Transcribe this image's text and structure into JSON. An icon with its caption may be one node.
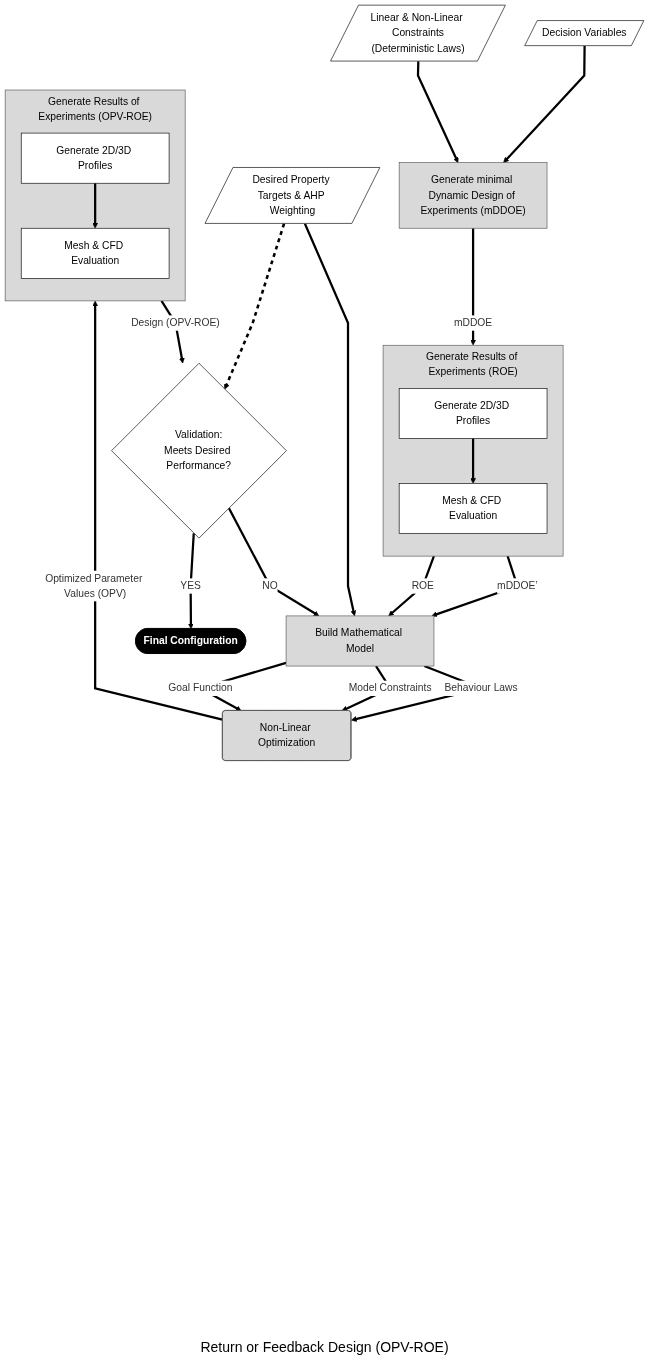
{
  "diagram": {
    "nodes": [
      {
        "text": [
          "Desired Property Targets & AHP Weighting"
        ]
      },
      {
        "text": [
          "Decision Variables"
        ]
      },
      {
        "text": [
          "Linear & Non-Linear Constraints",
          "(Deterministic Laws)"
        ]
      },
      {
        "text": [
          "Generate minimal Dynamic Design of Experiments (mDDOE)"
        ]
      },
      {
        "text": [
          "Generate Results of Experiments (ROE)"
        ]
      },
      {
        "text": [
          "Generate 2D/3D Profiles"
        ],
        "in": 4
      },
      {
        "text": [
          "Mesh & CFD Evaluation"
        ],
        "in": 4
      },
      {
        "text": [
          "Build Mathematical Model"
        ]
      },
      {
        "text": [
          "Non-Linear Optimization"
        ]
      },
      {
        "text": [
          "Generate Results of Experiments (OPV-ROE)"
        ]
      },
      {
        "text": [
          "Generate 2D/3D Profiles"
        ],
        "in": 9
      },
      {
        "text": [
          "Mesh & CFD Evaluation"
        ],
        "in": 9
      },
      {
        "text": [
          "Validation:",
          "Meets Desired Performance?"
        ]
      },
      {
        "text": [
          "Final Configuration"
        ]
      }
    ],
    "edges": [
      {
        "from": 1,
        "to": 3,
        "arrow": "to"
      },
      {
        "from": 2,
        "to": 3,
        "arrow": "to"
      },
      {
        "from": 3,
        "to": 4,
        "arrow": "to",
        "label": "mDDOE"
      },
      {
        "from": 5,
        "to": 6,
        "arrow": "to"
      },
      {
        "from": 4,
        "to": 7,
        "arrow": "to",
        "label": "mDDOE’"
      },
      {
        "from": 4,
        "to": 7,
        "arrow": "to",
        "label": "ROE"
      },
      {
        "from": 0,
        "to": 7,
        "arrow": "to"
      },
      {
        "from": 0,
        "to": 12,
        "arrow": "to",
        "style": "dashed"
      },
      {
        "from": 7,
        "to": 8,
        "arrow": "to",
        "label": "Behaviour Laws"
      },
      {
        "from": 7,
        "to": 8,
        "arrow": "to",
        "label": "Model Constraints"
      },
      {
        "from": 7,
        "to": 8,
        "arrow": "to",
        "label": "Goal Function"
      },
      {
        "from": 8,
        "to": 9,
        "arrow": "to",
        "label": "Optimized Parameter Values (OPV)"
      },
      {
        "from": 10,
        "to": 11,
        "arrow": "to"
      },
      {
        "from": 9,
        "to": 12,
        "arrow": "to",
        "label": "Design (OPV-ROE)"
      },
      {
        "from": 12,
        "to": 7,
        "arrow": "to",
        "label": "NO"
      },
      {
        "from": 12,
        "to": 13,
        "arrow": "to",
        "label": "YES"
      }
    ],
    "labels": [
      "Return or Feedback Design (OPV-ROE)"
    ]
  }
}
